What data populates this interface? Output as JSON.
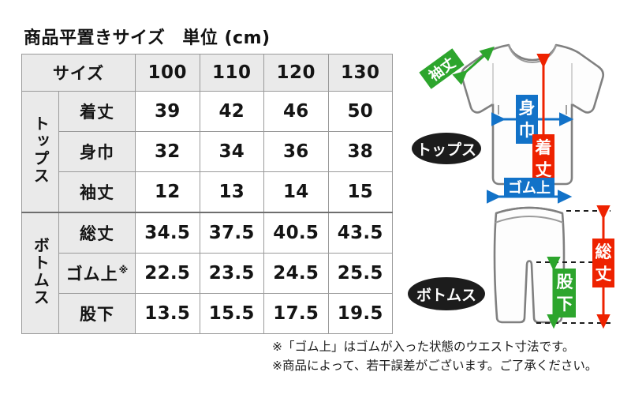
{
  "header": {
    "title": "商品平置きサイズ",
    "unit": "単位 (cm)"
  },
  "table": {
    "corner_label": "サイズ",
    "size_columns": [
      "100",
      "110",
      "120",
      "130"
    ],
    "groups": [
      {
        "name": "トップス",
        "rows": [
          {
            "label": "着丈",
            "mark": "",
            "values": [
              "39",
              "42",
              "46",
              "50"
            ]
          },
          {
            "label": "身巾",
            "mark": "",
            "values": [
              "32",
              "34",
              "36",
              "38"
            ]
          },
          {
            "label": "袖丈",
            "mark": "",
            "values": [
              "12",
              "13",
              "14",
              "15"
            ]
          }
        ]
      },
      {
        "name": "ボトムス",
        "rows": [
          {
            "label": "総丈",
            "mark": "",
            "values": [
              "34.5",
              "37.5",
              "40.5",
              "43.5"
            ]
          },
          {
            "label": "ゴム上",
            "mark": "※",
            "values": [
              "22.5",
              "23.5",
              "24.5",
              "25.5"
            ]
          },
          {
            "label": "股下",
            "mark": "",
            "values": [
              "13.5",
              "15.5",
              "17.5",
              "19.5"
            ]
          }
        ]
      }
    ]
  },
  "notes": [
    "※「ゴム上」はゴムが入った状態のウエスト寸法です。",
    "※商品によって、若干誤差がございます。ご了承ください。"
  ],
  "diagrams": {
    "tops": {
      "badge": "トップス",
      "measurements": [
        {
          "name": "袖丈",
          "color": "#2da52d"
        },
        {
          "name": "身巾",
          "color": "#1272c8"
        },
        {
          "name": "着丈",
          "color": "#ee2200"
        }
      ]
    },
    "bottoms": {
      "badge": "ボトムス",
      "measurements": [
        {
          "name": "ゴム上",
          "color": "#1272c8"
        },
        {
          "name": "総丈",
          "color": "#ee2200"
        },
        {
          "name": "股下",
          "color": "#2da52d"
        }
      ]
    }
  },
  "colors": {
    "red": "#ee2200",
    "blue": "#1272c8",
    "green": "#2da52d",
    "badge_bg": "#1c1c1c",
    "garment_outline": "#808080",
    "table_header_bg": "#eaeaea",
    "table_border": "#9a9a9a"
  }
}
